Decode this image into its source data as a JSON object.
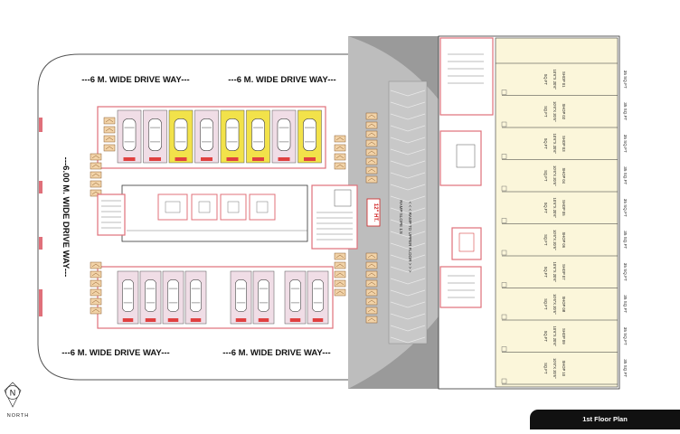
{
  "plan": {
    "title": "1st Floor Plan",
    "drive_way_label": "---6 M. WIDE DRIVE WAY---",
    "drive_way_vertical_label": "---6.00 M. WIDE DRIVE WAY---",
    "ramp_label": "< < < RAMP TO UPPER FLOOR > > >",
    "ramp_slope_label": "RAMP SLOPE 1:8",
    "north_letter": "N",
    "north_label": "NORTH",
    "ht_label": "12\" HT.",
    "shops": [
      {
        "name": "SHOP 01",
        "size": "10'6\"X 20'6\"",
        "area": "SQ.FT"
      },
      {
        "name": "SHOP 02",
        "size": "10'6\"X 20'6\"",
        "area": "SQ.FT"
      },
      {
        "name": "SHOP 03",
        "size": "10'6\"X 20'6\"",
        "area": "SQ.FT"
      },
      {
        "name": "SHOP 04",
        "size": "10'6\"X 20'6\"",
        "area": "SQ.FT"
      },
      {
        "name": "SHOP 05",
        "size": "10'6\"X 20'6\"",
        "area": "SQ.FT"
      },
      {
        "name": "SHOP 06",
        "size": "10'6\"X 20'6\"",
        "area": "SQ.FT"
      },
      {
        "name": "SHOP 07",
        "size": "10'6\"X 20'6\"",
        "area": "SQ.FT"
      },
      {
        "name": "SHOP 08",
        "size": "10'6\"X 20'6\"",
        "area": "SQ.FT"
      },
      {
        "name": "SHOP 09",
        "size": "10'6\"X 20'6\"",
        "area": "SQ.FT"
      },
      {
        "name": "SHOP 10",
        "size": "10'6\"X 20'6\"",
        "area": "SQ.FT"
      }
    ],
    "shop_sizes": [
      "35 SQ.FT",
      "35 SQ.FT",
      "35 SQ.FT",
      "35 SQ.FT",
      "35 SQ.FT",
      "35 SQ.FT",
      "35 SQ.FT",
      "35 SQ.FT",
      "35 SQ.FT",
      "35 SQ.FT"
    ],
    "colors": {
      "wall": "#e0707a",
      "stall_pink": "#f0dde6",
      "stall_yellow": "#f2e24a",
      "ramp_grey": "#a0a0a0",
      "shop_cream": "#fbf6da",
      "line": "#333333"
    }
  }
}
